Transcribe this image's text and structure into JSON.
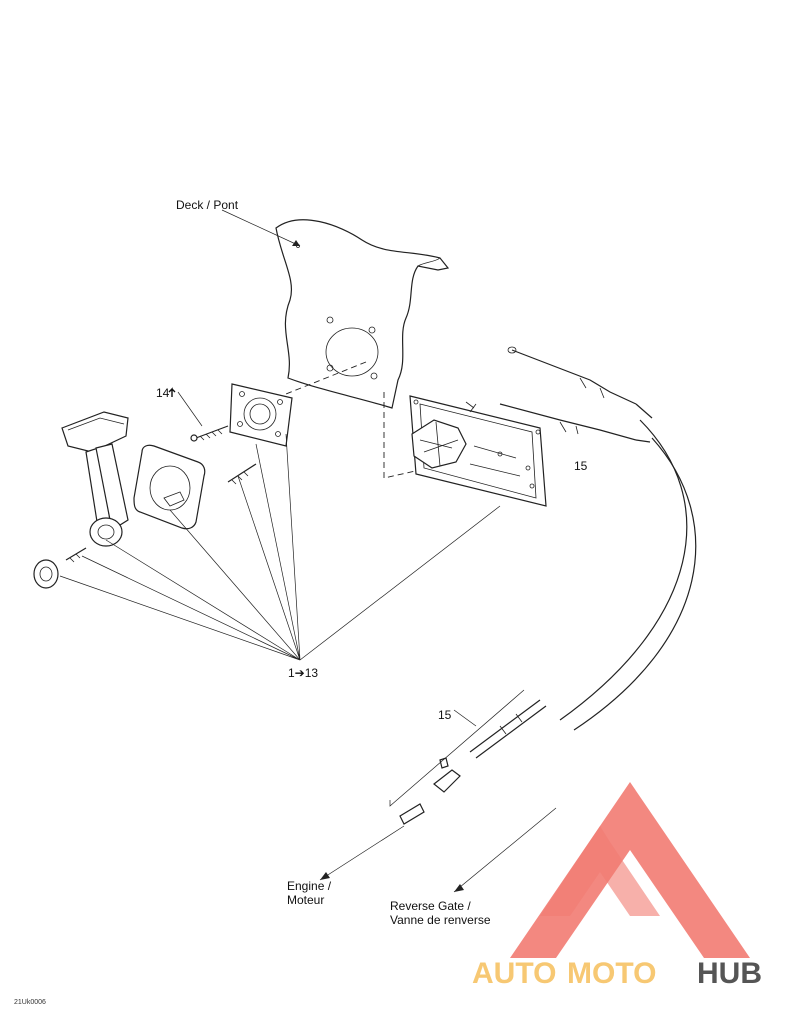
{
  "labels": {
    "deck": "Deck / Pont",
    "item_14": "14",
    "item_15_upper": "15",
    "item_range": "1➔13",
    "item_15_lower": "15",
    "engine_line1": "Engine /",
    "engine_line2": "Moteur",
    "reverse_line1": "Reverse Gate /",
    "reverse_line2": "Vanne de renverse",
    "figure_code": "21Uk0006"
  },
  "watermark": {
    "part1": "AUTO",
    "part2": "MOTO",
    "part3": "HUB",
    "color_red": "#f27b72",
    "color_yellow": "#f7c873",
    "color_gray": "#555555"
  }
}
